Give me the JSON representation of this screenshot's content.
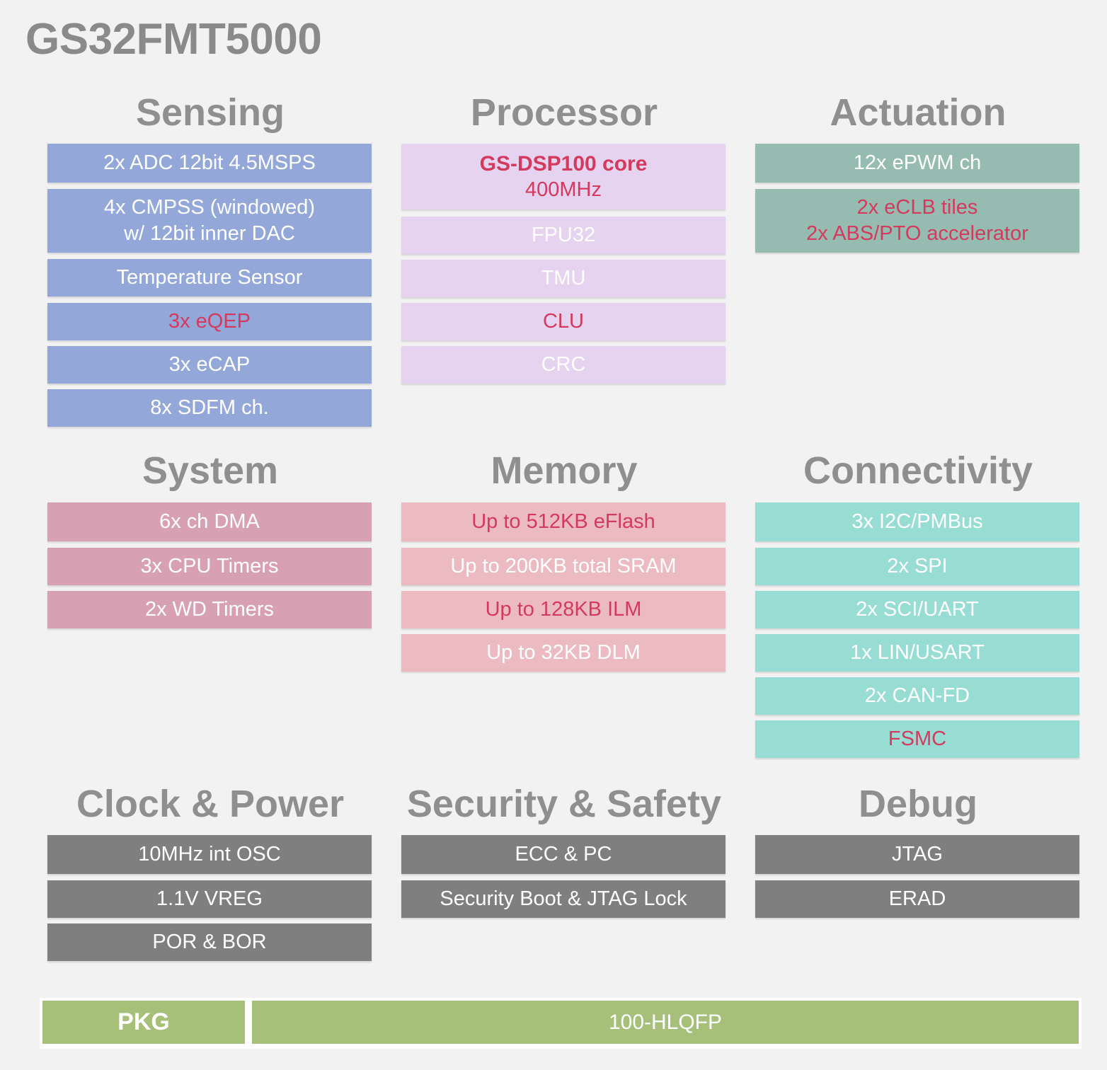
{
  "title": "GS32FMT5000",
  "sections": {
    "sensing": {
      "heading": "Sensing",
      "items": [
        "2x ADC 12bit 4.5MSPS",
        "4x CMPSS (windowed)",
        "w/ 12bit inner DAC",
        "Temperature Sensor",
        "3x eQEP",
        "3x eCAP",
        "8x SDFM ch."
      ]
    },
    "processor": {
      "heading": "Processor",
      "items": [
        "GS-DSP100 core",
        "400MHz",
        "FPU32",
        "TMU",
        "CLU",
        "CRC"
      ]
    },
    "actuation": {
      "heading": "Actuation",
      "items": [
        "12x ePWM ch",
        "2x eCLB tiles",
        "2x ABS/PTO accelerator"
      ]
    },
    "system": {
      "heading": "System",
      "items": [
        "6x ch DMA",
        "3x CPU Timers",
        "2x WD Timers"
      ]
    },
    "memory": {
      "heading": "Memory",
      "items": [
        "Up to 512KB eFlash",
        "Up to 200KB total SRAM",
        "Up to 128KB ILM",
        "Up to 32KB DLM"
      ]
    },
    "connectivity": {
      "heading": "Connectivity",
      "items": [
        "3x I2C/PMBus",
        "2x SPI",
        "2x SCI/UART",
        "1x LIN/USART",
        "2x CAN-FD",
        "FSMC"
      ]
    },
    "clock_power": {
      "heading": "Clock & Power",
      "items": [
        "10MHz int OSC",
        "1.1V VREG",
        "POR & BOR"
      ]
    },
    "security": {
      "heading": "Security & Safety",
      "items": [
        "ECC & PC",
        "Security Boot & JTAG Lock"
      ]
    },
    "debug": {
      "heading": "Debug",
      "items": [
        "JTAG",
        "ERAD"
      ]
    }
  },
  "package": {
    "label": "PKG",
    "value": "100-HLQFP"
  },
  "colors": {
    "sensing": "#93a8d8",
    "processor": "#e5d3ef",
    "actuation": "#96bbb0",
    "system": "#d8a1b3",
    "memory": "#ecbbc1",
    "connectivity": "#98ddd3",
    "gray": "#7f7f7f",
    "package": "#a6bf79",
    "highlight_text": "#d43a5e",
    "heading_text": "#8f8f8f"
  }
}
